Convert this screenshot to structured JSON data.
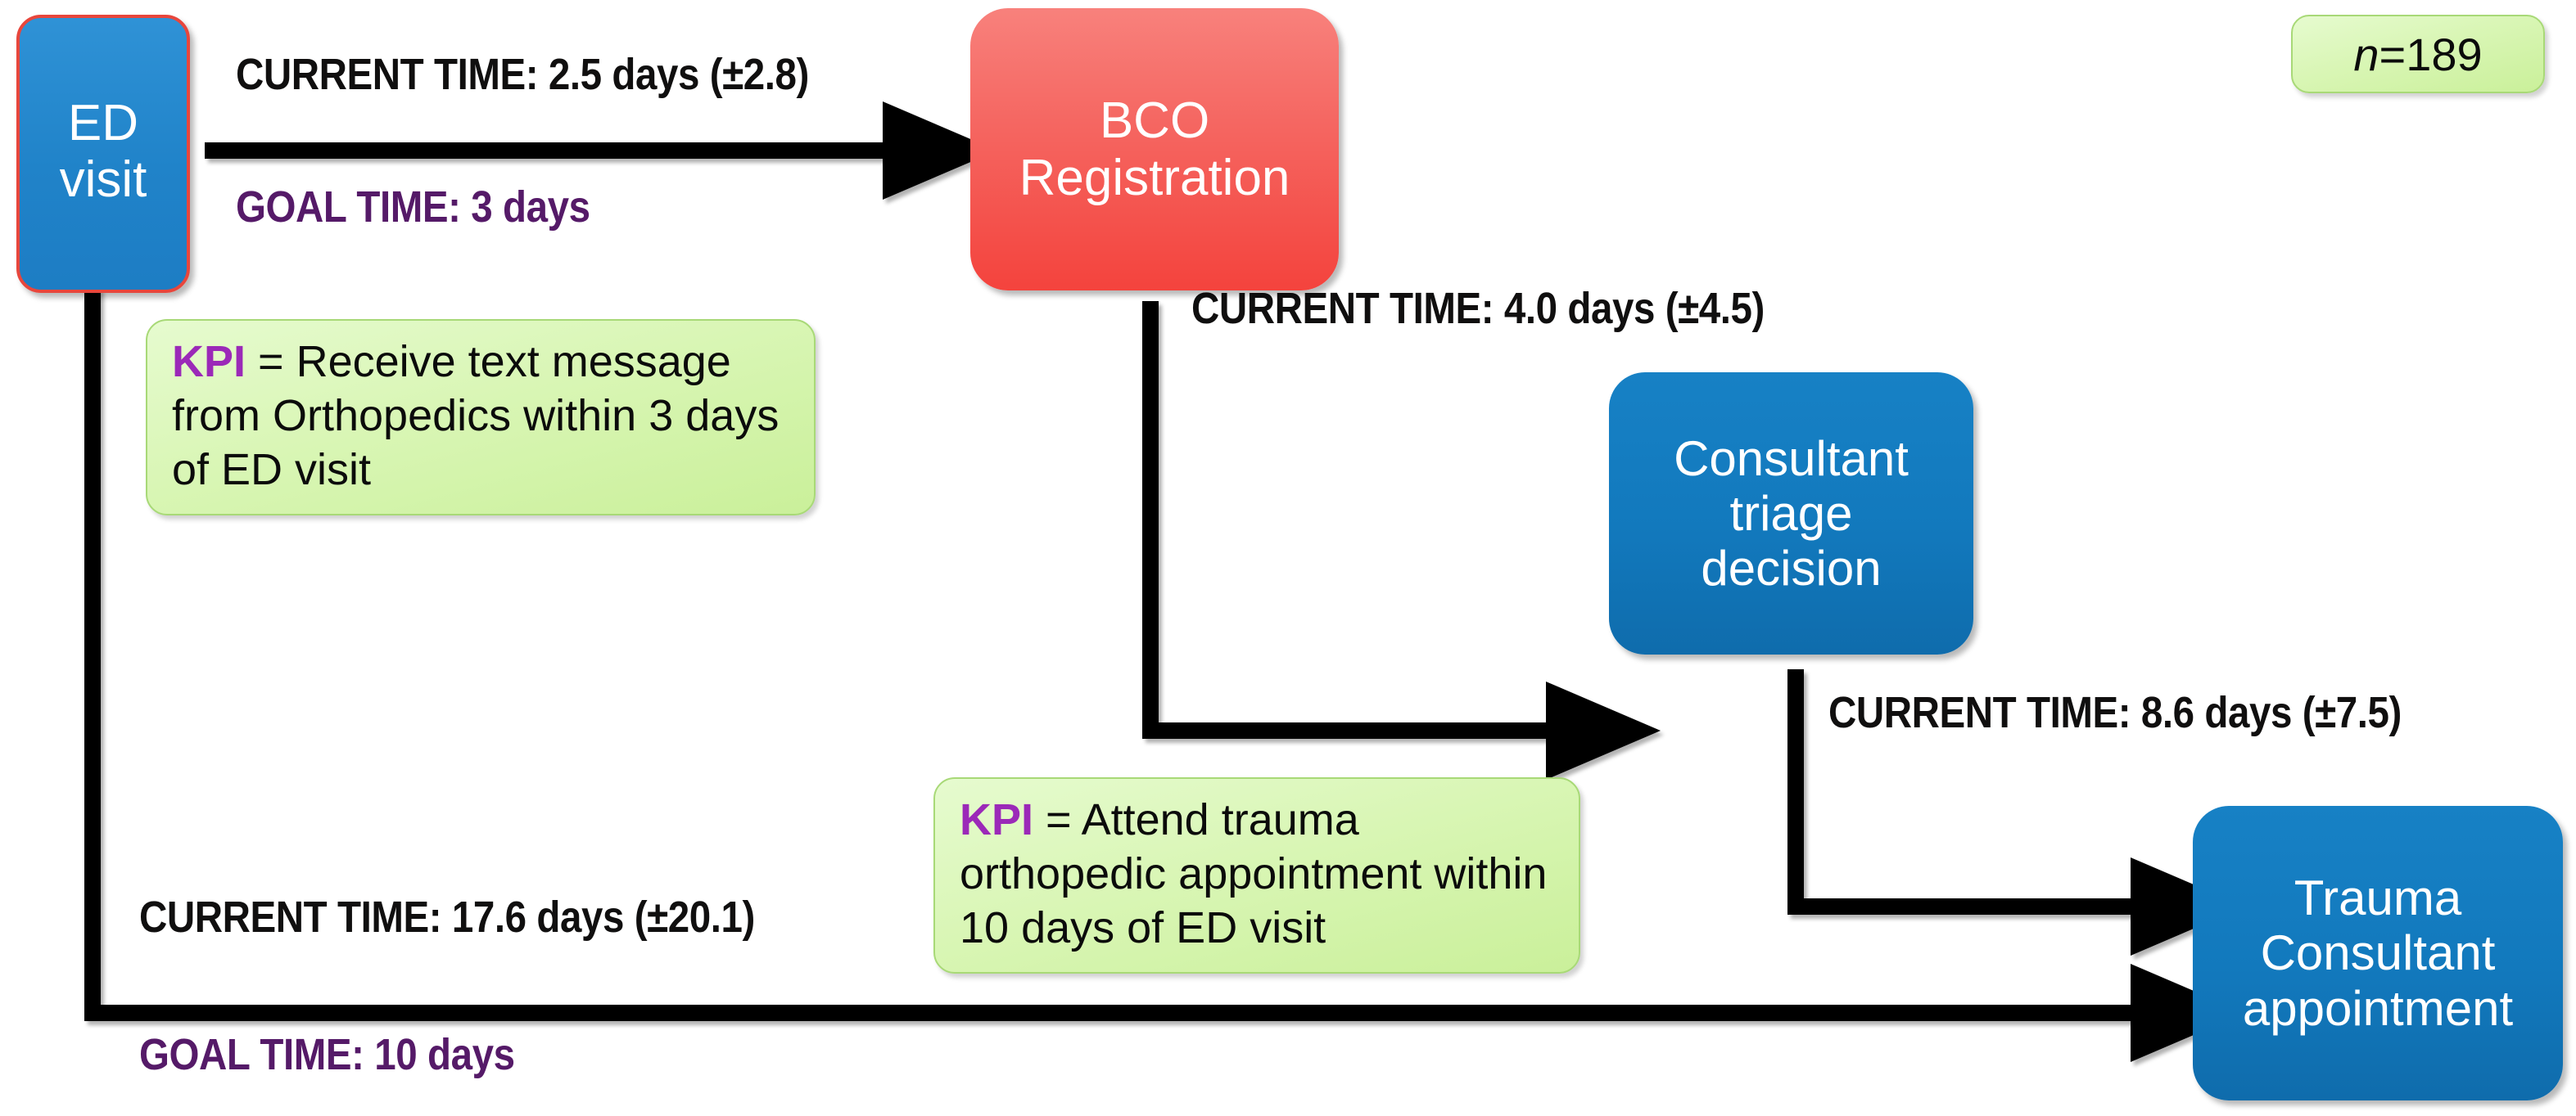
{
  "diagram": {
    "title": "Orthopedic trauma pathway timing flowchart",
    "sample_badge": {
      "symbol": "n",
      "equals": " =189"
    },
    "colors": {
      "node_blue": "#1279bd",
      "node_blue_light": "#2083c9",
      "node_red": "#f4433d",
      "ed_border_red": "#e8463c",
      "callout_green": "#d9f6b5",
      "callout_border_green": "#a8d977",
      "kpi_purple": "#9b29b8",
      "goal_purple": "#551a68",
      "current_black": "#100f0f",
      "arrow_black": "#000000",
      "background": "#ffffff"
    },
    "nodes": [
      {
        "id": "ed-visit",
        "label": "ED\nvisit"
      },
      {
        "id": "bco-registration",
        "label": "BCO\nRegistration"
      },
      {
        "id": "consultant-triage-decision",
        "label": "Consultant\ntriage\ndecision"
      },
      {
        "id": "trauma-consultant-appointment",
        "label": "Trauma\nConsultant\nappointment"
      }
    ],
    "edge_labels": [
      {
        "id": "ed-to-bco-current",
        "text": "CURRENT TIME: 2.5 days (±2.8)"
      },
      {
        "id": "ed-to-bco-goal",
        "text": "GOAL TIME: 3 days"
      },
      {
        "id": "bco-to-triage-current",
        "text": "CURRENT TIME: 4.0 days (±4.5)"
      },
      {
        "id": "triage-to-trauma-current",
        "text": "CURRENT TIME: 8.6 days (±7.5)"
      },
      {
        "id": "ed-to-trauma-current",
        "text": "CURRENT TIME: 17.6 days (±20.1)"
      },
      {
        "id": "ed-to-trauma-goal",
        "text": "GOAL TIME: 10 days"
      }
    ],
    "kpi_callouts": [
      {
        "id": "kpi-text-message",
        "tag": "KPI",
        "separator": " = ",
        "text": "Receive text message from Orthopedics within 3 days of ED visit"
      },
      {
        "id": "kpi-appointment",
        "tag": "KPI",
        "separator": " = ",
        "text": "Attend trauma orthopedic appointment within 10 days of ED visit"
      }
    ]
  }
}
